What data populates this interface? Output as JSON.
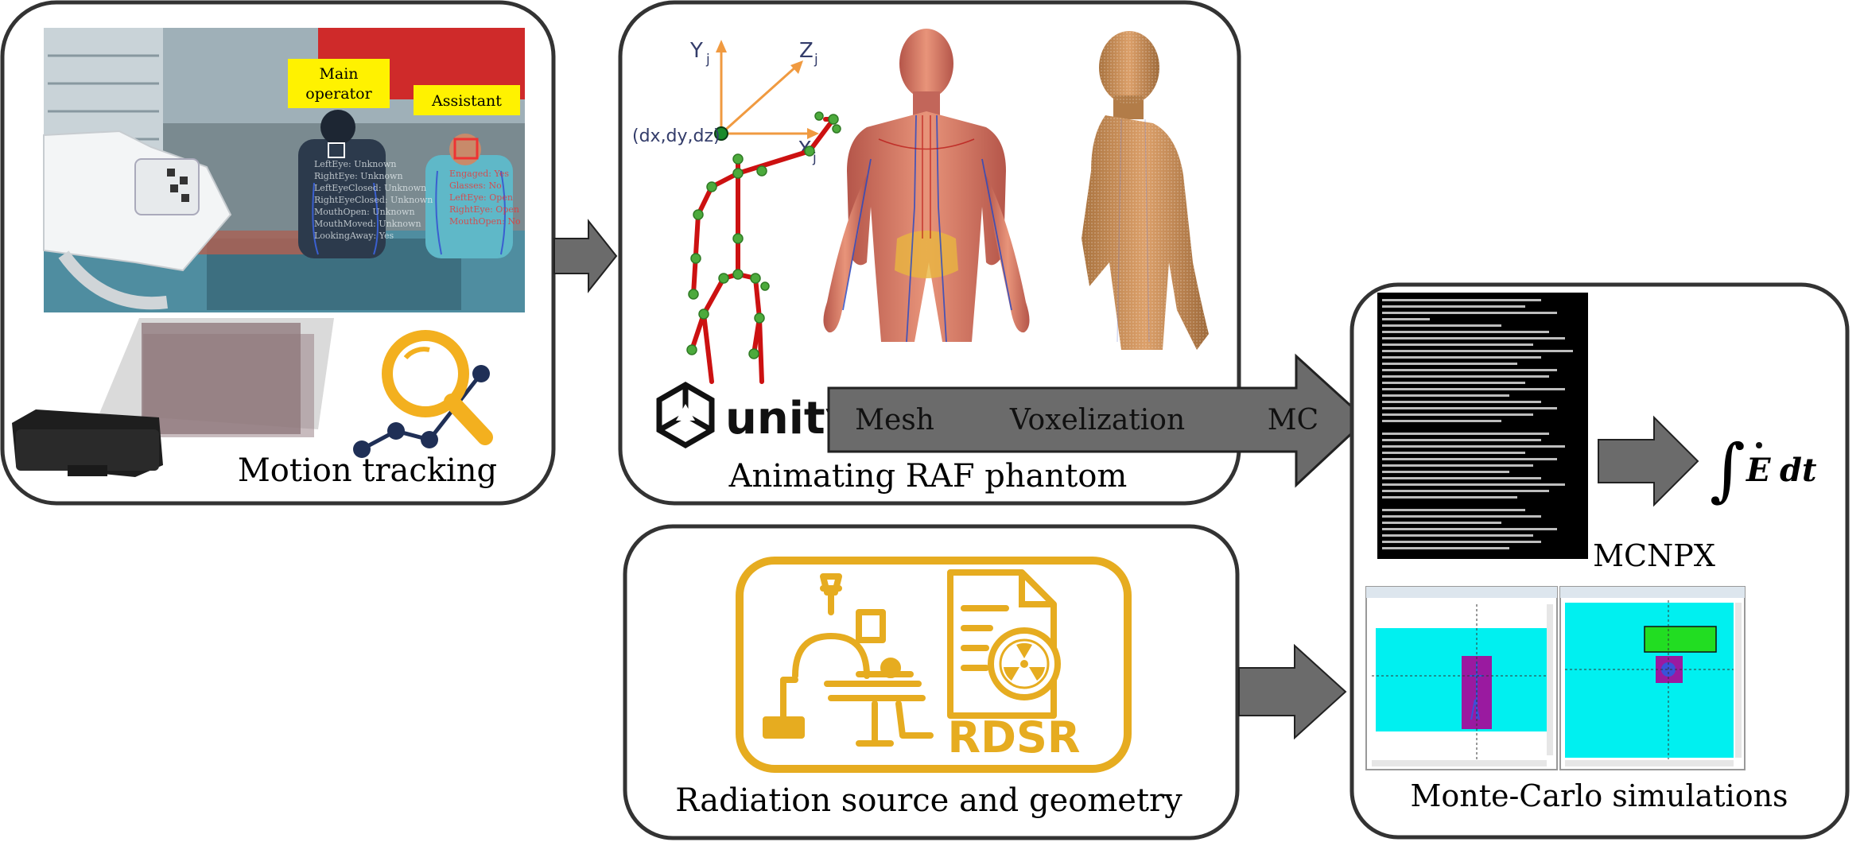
{
  "panels": {
    "motion": {
      "caption": "Motion tracking"
    },
    "animating": {
      "caption": "Animating RAF phantom"
    },
    "radiation": {
      "caption": "Radiation source and geometry"
    },
    "monte_carlo": {
      "caption": "Monte-Carlo simulations"
    }
  },
  "photo_labels": {
    "main_operator_line1": "Main",
    "main_operator_line2": "operator",
    "assistant": "Assistant"
  },
  "axes": {
    "y": "Y",
    "z": "Z",
    "x": "X",
    "sub": "j",
    "origin": "(dx,dy,dz)"
  },
  "unity": {
    "brand": "unity"
  },
  "pipeline": {
    "step1": "Mesh",
    "step2": "Voxelization",
    "step3": "MC"
  },
  "mcnpx": {
    "label": "MCNPX"
  },
  "rdsr": {
    "label": "RDSR"
  },
  "formula": {
    "integral": "∫",
    "e": "E",
    "dt": "dt"
  },
  "colors": {
    "panel_border": "#333333",
    "arrow_fill": "#6b6b6b",
    "yellow": "#e6ac20",
    "skeleton": "#cc1111",
    "joint": "#55aa44",
    "cyan": "#00f0f0",
    "magenta": "#9a1aa0",
    "green_box": "#22dd22",
    "label_bg": "#fff200"
  }
}
